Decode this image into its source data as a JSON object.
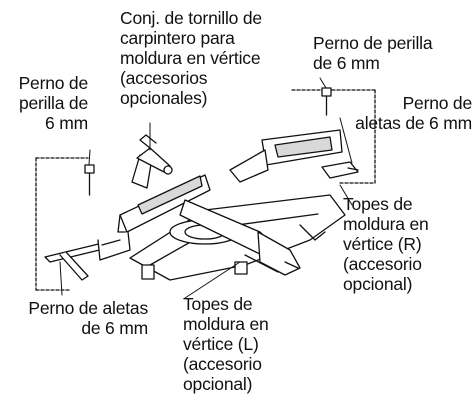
{
  "labels": {
    "clamp_assembly": "Conj. de tornillo de\ncarpintero para\nmoldura en vértice\n(accesorios\nopcionales)",
    "knob_bolt_right": "Perno de perilla\nde 6 mm",
    "wing_bolt_right": "Perno de\naletas de 6 mm",
    "knob_bolt_left": "Perno de\nperilla de\n6 mm",
    "crown_stops_right": "Topes de\nmoldura en\nvértice (R)\n(accesorio\nopcional)",
    "wing_bolt_left": "Perno de aletas\nde 6 mm",
    "crown_stops_left": "Topes de\nmoldura en\nvértice (L)\n(accesorio\nopcional)"
  },
  "colors": {
    "ink": "#111111",
    "fill": "#ffffff",
    "shade": "#d9d9d9"
  }
}
